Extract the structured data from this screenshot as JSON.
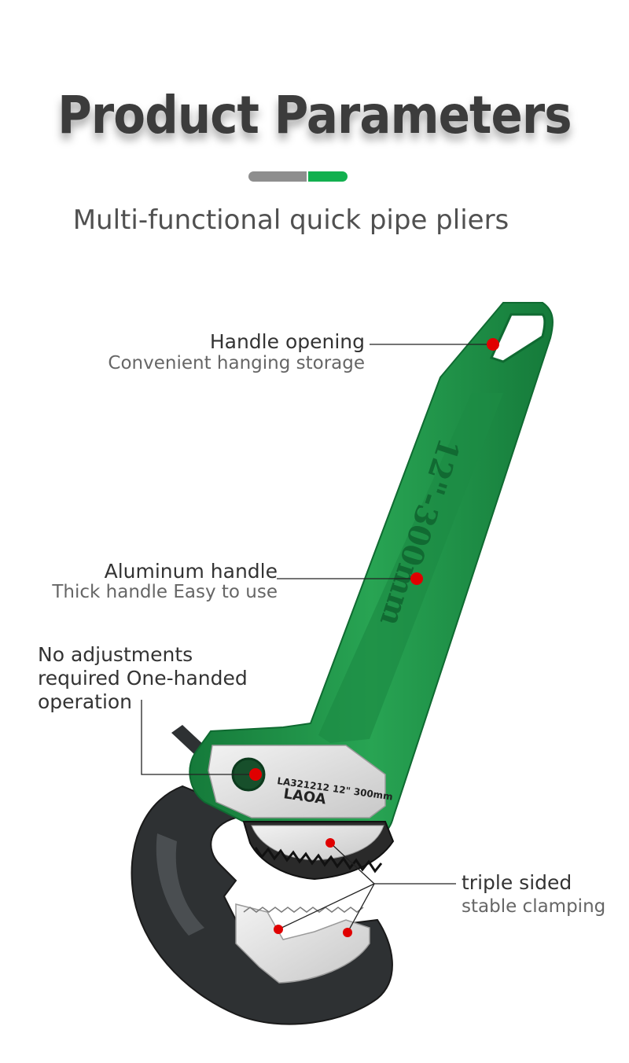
{
  "title": "Product Parameters",
  "subtitle": "Multi-functional quick pipe pliers",
  "colors": {
    "accent_green": "#12b04f",
    "divider_gray": "#8e8e8e",
    "handle_green": "#1c8a45",
    "marker_red": "#e00000"
  },
  "callouts": {
    "handle_opening": {
      "title": "Handle opening",
      "desc": "Convenient hanging storage"
    },
    "aluminum_handle": {
      "title": "Aluminum handle",
      "desc": "Thick handle Easy to use"
    },
    "no_adjustments": {
      "line1": "No adjustments",
      "line2": "required One-handed",
      "line3": "operation"
    },
    "triple_sided": {
      "title": "triple sided",
      "desc": "stable clamping"
    }
  },
  "product": {
    "size_marking": "12\"-300mm",
    "brand": "LAOA",
    "model_marking": "LA321212  12\"  300mm"
  }
}
